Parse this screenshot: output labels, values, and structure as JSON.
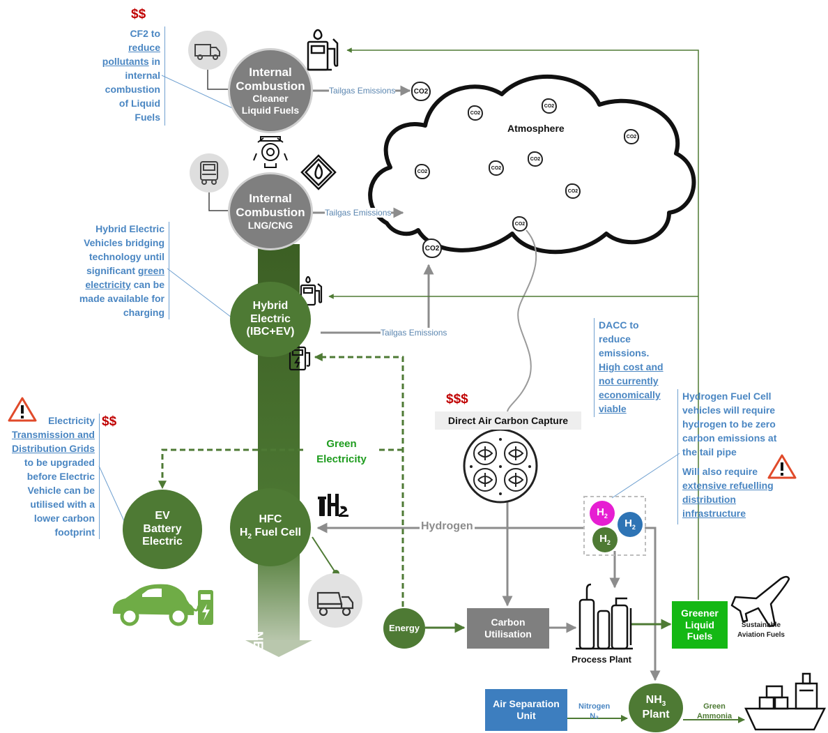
{
  "cost": {
    "ice_cleaner": "$$",
    "grids": "$$",
    "dacc": "$$$"
  },
  "nodes": {
    "ice_cleaner": {
      "l1": "Internal",
      "l2": "Combustion",
      "l3": "Cleaner",
      "l4": "Liquid Fuels"
    },
    "ice_lng": {
      "l1": "Internal",
      "l2": "Combustion",
      "l3": "LNG/CNG"
    },
    "hybrid": {
      "l1": "Hybrid",
      "l2": "Electric",
      "l3": "(IBC+EV)"
    },
    "ev": {
      "l1": "EV",
      "l2": "Battery",
      "l3": "Electric"
    },
    "hfc": {
      "l1": "HFC",
      "l2a": "H",
      "l2sub": "2",
      "l2b": " Fuel Cell"
    },
    "energy": "Energy",
    "carbon_util": {
      "l1": "Carbon",
      "l2": "Utilisation"
    },
    "greener_fuels": {
      "l1": "Greener",
      "l2": "Liquid",
      "l3": "Fuels"
    },
    "air_sep": {
      "l1": "Air Separation",
      "l2": "Unit"
    },
    "nh3": {
      "a": "NH",
      "sub": "3",
      "b": "Plant"
    }
  },
  "labels": {
    "tailgas1": "Tailgas Emissions",
    "tailgas2": "Tailgas Emissions",
    "tailgas3": "Tailgas Emissions",
    "atmosphere": "Atmosphere",
    "co2": "CO2",
    "green_elec_1": "Green",
    "green_elec_2": "Electricity",
    "hydrogen": "Hydrogen",
    "net_zero": "NET ZERO",
    "dacc": "Direct Air Carbon Capture",
    "process_plant": "Process Plant",
    "saf_1": "Sustainable",
    "saf_2": "Aviation Fuels",
    "nitrogen": "Nitrogen",
    "n2": "N₂",
    "green_ammonia_1": "Green",
    "green_ammonia_2": "Ammonia",
    "h2": "H",
    "h2sub": "2"
  },
  "notes": {
    "cf2": {
      "a": "CF2 to",
      "b": "reduce",
      "c": "pollutants",
      "d": " in",
      "e": "internal",
      "f": "combustion",
      "g": "of Liquid",
      "h": "Fuels"
    },
    "hybrid": {
      "a": "Hybrid Electric",
      "b": "Vehicles bridging",
      "c": "technology until",
      "d": "significant ",
      "e": "green",
      "f": "electricity",
      "g": " can be",
      "h": "made available for",
      "i": "charging"
    },
    "grids": {
      "a": "Electricity",
      "b": "Transmission and",
      "c": "Distribution Grids",
      "d": "to be upgraded",
      "e": "before Electric",
      "f": "Vehicle can be",
      "g": "utilised with a",
      "h": "lower carbon",
      "i": "footprint"
    },
    "dacc": {
      "a": "DACC to",
      "b": "reduce",
      "c": "emissions.",
      "d": "High cost and",
      "e": "not currently",
      "f": "economically",
      "g": "viable"
    },
    "hfc": {
      "a": "Hydrogen Fuel Cell",
      "b": "vehicles will require",
      "c": "hydrogen to be zero",
      "d": "carbon emissions at",
      "e": "the tail pipe",
      "f": "Will also require",
      "g": "extensive refuelling",
      "h": "distribution",
      "i": "infrastructure"
    }
  },
  "colors": {
    "accent_blue": "#4a86c2",
    "dark_green": "#4e7a34",
    "bright_green": "#1e9c1e",
    "fuel_box_green": "#14b814",
    "arrow_grey": "#8c8c8c",
    "money_red": "#c00000",
    "h2_magenta": "#e61ed2",
    "h2_blue": "#2e74b5",
    "air_sep_blue": "#3d7ebf"
  }
}
